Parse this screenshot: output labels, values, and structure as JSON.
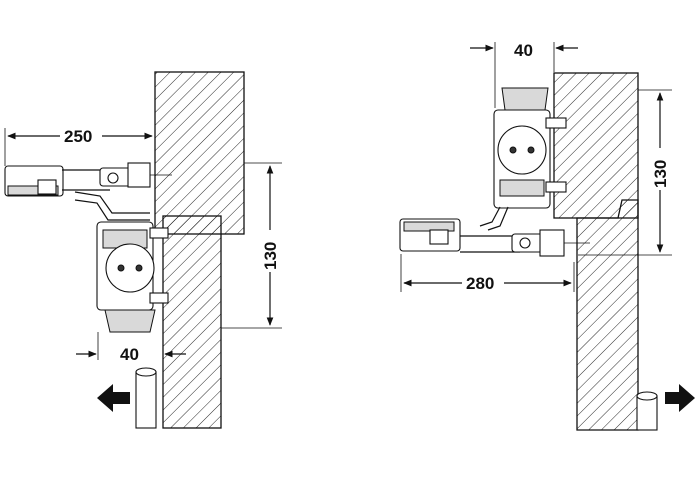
{
  "left_view": {
    "dims": {
      "arm_length": "250",
      "height": "130",
      "offset": "40"
    }
  },
  "right_view": {
    "dims": {
      "offset": "40",
      "height": "130",
      "arm_length": "280"
    }
  },
  "icons": {
    "direction_left": "arrow-left-icon",
    "direction_right": "arrow-right-icon"
  }
}
